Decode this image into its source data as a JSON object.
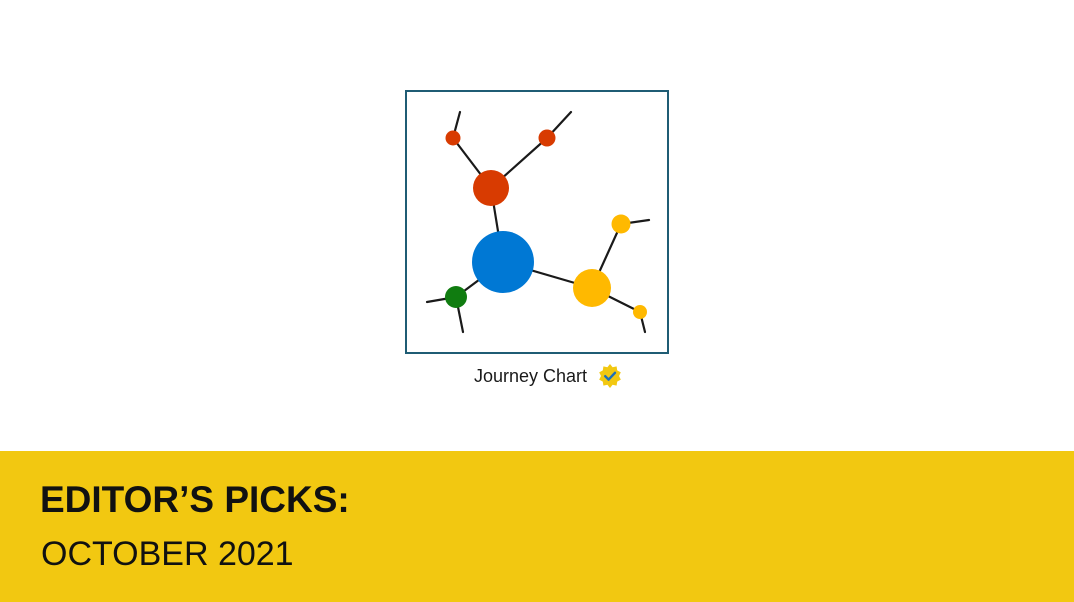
{
  "visual": {
    "name": "Journey Chart",
    "thumbnail_icon": "network-graph-icon",
    "badge_icon": "certified-badge-icon",
    "colors": {
      "border": "#1f5c74",
      "hub": "#0078d4",
      "red": "#d83b01",
      "yellow": "#ffb900",
      "green": "#107c10",
      "badge": "#f2c811"
    }
  },
  "banner": {
    "title": "EDITOR’S PICKS:",
    "subtitle": "OCTOBER 2021",
    "background": "#f2c811"
  }
}
